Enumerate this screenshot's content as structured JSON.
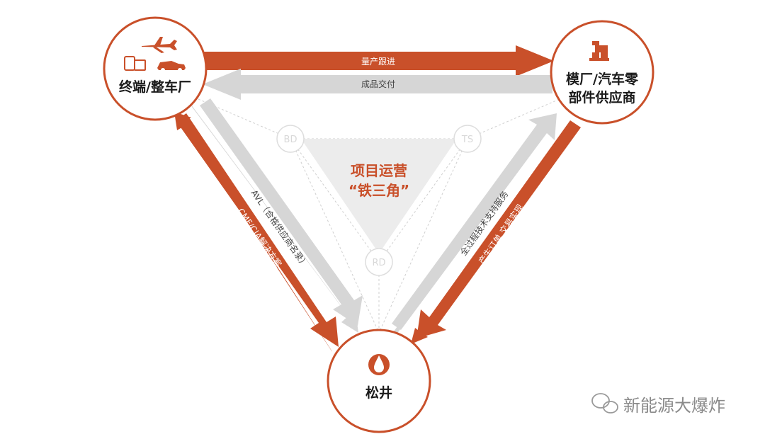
{
  "nodes": {
    "terminal": {
      "label": "终端/整车厂"
    },
    "supplier": {
      "line1": "模厂/汽车零",
      "line2": "部件供应商"
    },
    "songjing": {
      "label": "松井"
    }
  },
  "center": {
    "line1": "项目运营",
    "line2": "“铁三角”"
  },
  "roles": {
    "bd": "BD",
    "ts": "TS",
    "rd": "RD"
  },
  "arrows": {
    "mass_production": "量产跟进",
    "delivery": "成品交付",
    "avl": "AVL（合格供应商名录）",
    "cmf": "CMF/CIA解决方案",
    "tech_support": "全过程技术支持服务",
    "orders": "产生订单 交易实现"
  },
  "colors": {
    "accent": "#c9502a",
    "gray": "#d6d6d6",
    "light_triangle": "#ededed"
  },
  "icons": [
    "airplane-icon",
    "devices-icon",
    "car-icon",
    "factory-icon",
    "oil-drop-icon",
    "wechat-icon"
  ],
  "watermark": "新能源大爆炸"
}
